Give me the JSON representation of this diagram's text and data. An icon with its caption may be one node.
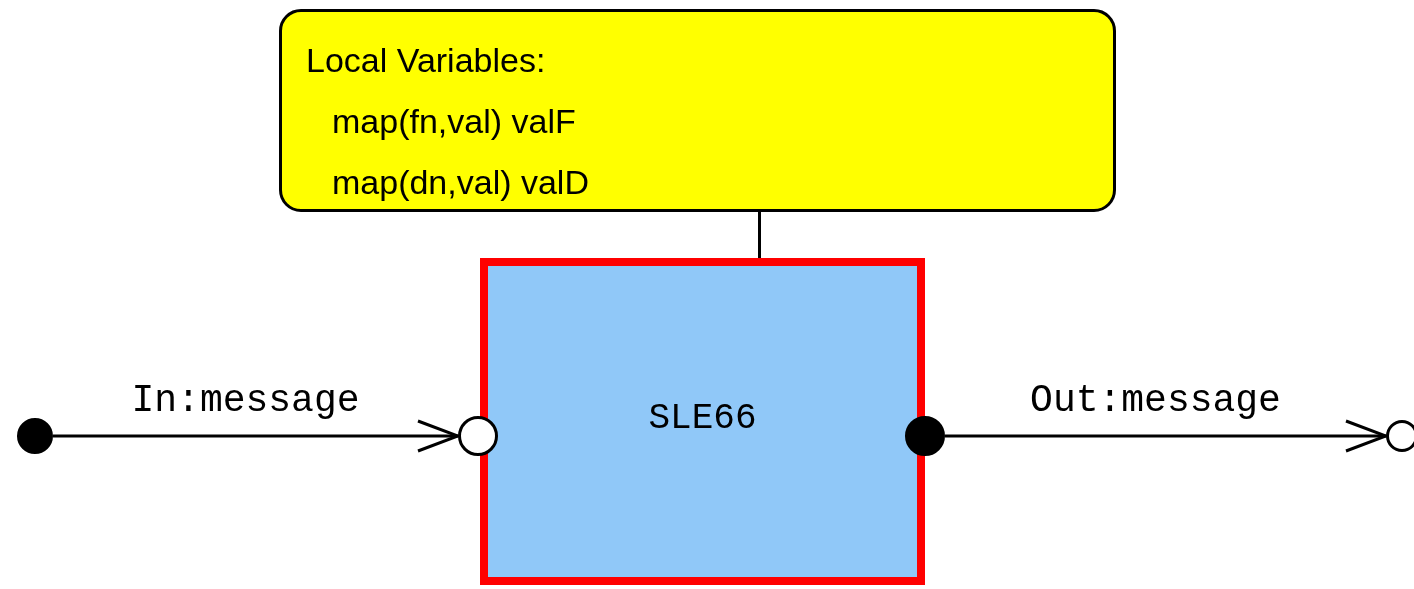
{
  "diagram": {
    "nodes": [
      {
        "text": [
          "Local Variables:",
          "map(fn,val) valF",
          "map(dn,val) valD"
        ]
      },
      {
        "text": [],
        "shape": "circle"
      },
      {
        "text": [],
        "shape": "circle"
      },
      {
        "text": [
          "SLE66"
        ]
      },
      {
        "text": [],
        "shape": "circle"
      },
      {
        "text": [],
        "shape": "circle"
      }
    ],
    "edges": [
      {
        "from": 0,
        "to": 3,
        "arrow": "none"
      },
      {
        "from": 1,
        "to": 2,
        "arrow": "to",
        "label": "In:message"
      },
      {
        "from": 4,
        "to": 5,
        "arrow": "to",
        "label": "Out:message"
      }
    ]
  }
}
